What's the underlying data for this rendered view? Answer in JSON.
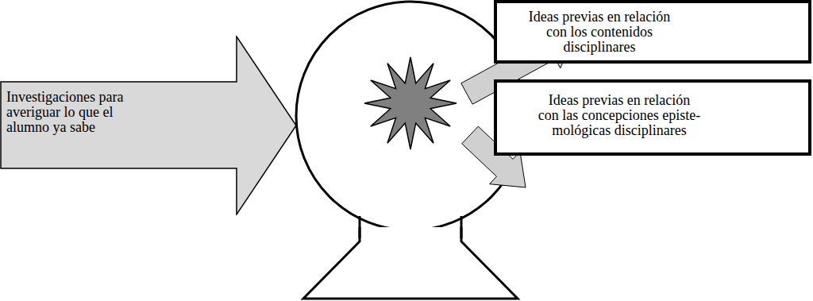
{
  "diagram": {
    "nodes": [
      {
        "text": [
          "Investigaciones para averiguar lo que el alumno ya sabe"
        ]
      },
      {
        "text": [
          "Ideas previas en relación con los contenidos disciplinares"
        ]
      },
      {
        "text": [
          "Ideas previas en relación con las concepciones episte- mológicas disciplinares"
        ]
      }
    ]
  }
}
